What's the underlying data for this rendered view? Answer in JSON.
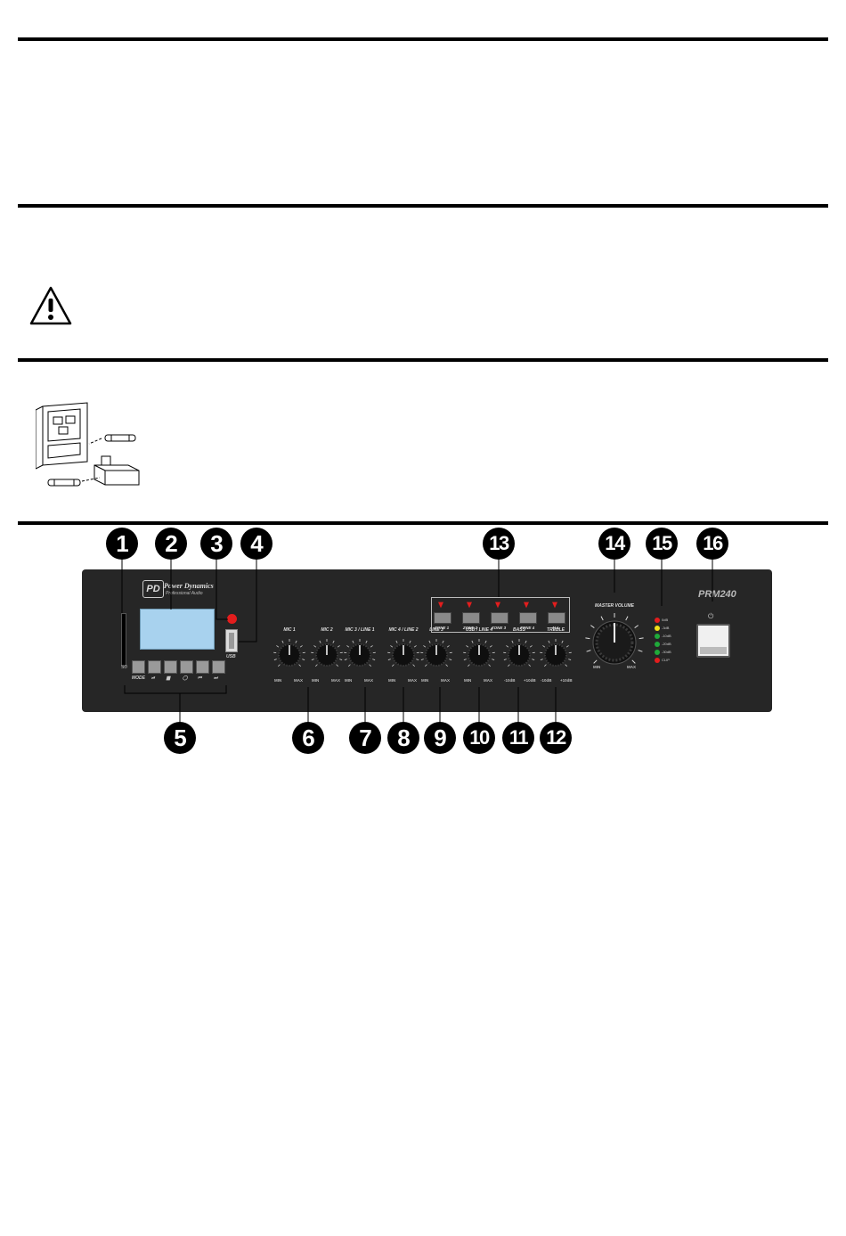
{
  "panel": {
    "sd_label": "SD",
    "brand_mark": "PD",
    "brand_name": "Power Dynamics",
    "brand_sub": "Professional Audio",
    "usb_label": "USB",
    "model": "PRM240",
    "power_symbol": "⏻",
    "player_labels": [
      "MODE",
      "⏯",
      "▆",
      "◯",
      "⏮",
      "⏭"
    ],
    "knobs": [
      {
        "label": "MIC 1",
        "min": "MIN",
        "max": "MAX"
      },
      {
        "label": "MIC 2",
        "min": "MIN",
        "max": "MAX"
      },
      {
        "label": "MIC 3 / LINE 1",
        "min": "MIN",
        "max": "MAX"
      },
      {
        "label": "MIC 4 / LINE 2",
        "min": "MIN",
        "max": "MAX"
      },
      {
        "label": "LINE 3",
        "min": "MIN",
        "max": "MAX"
      },
      {
        "label": "USB / LINE 4",
        "min": "MIN",
        "max": "MAX"
      },
      {
        "label": "BASS",
        "min": "-10dB",
        "max": "+10dB"
      },
      {
        "label": "TREBLE",
        "min": "-10dB",
        "max": "+10dB"
      }
    ],
    "zones": [
      "ZONE 1",
      "ZONE 2",
      "ZONE 3",
      "ZONE 4",
      "ALL"
    ],
    "master_volume": {
      "label": "MASTER VOLUME",
      "min": "MIN",
      "max": "MAX"
    },
    "vu_meter": [
      {
        "label": "0dB",
        "color": "#e31d1d"
      },
      {
        "label": "-3dB",
        "color": "#f2e019"
      },
      {
        "label": "-10dB",
        "color": "#1faa3a"
      },
      {
        "label": "-20dB",
        "color": "#1faa3a"
      },
      {
        "label": "-30dB",
        "color": "#1faa3a"
      },
      {
        "label": "CLIP",
        "color": "#e31d1d"
      }
    ]
  },
  "callouts": [
    "1",
    "2",
    "3",
    "4",
    "5",
    "6",
    "7",
    "8",
    "9",
    "10",
    "11",
    "12",
    "13",
    "14",
    "15",
    "16"
  ]
}
